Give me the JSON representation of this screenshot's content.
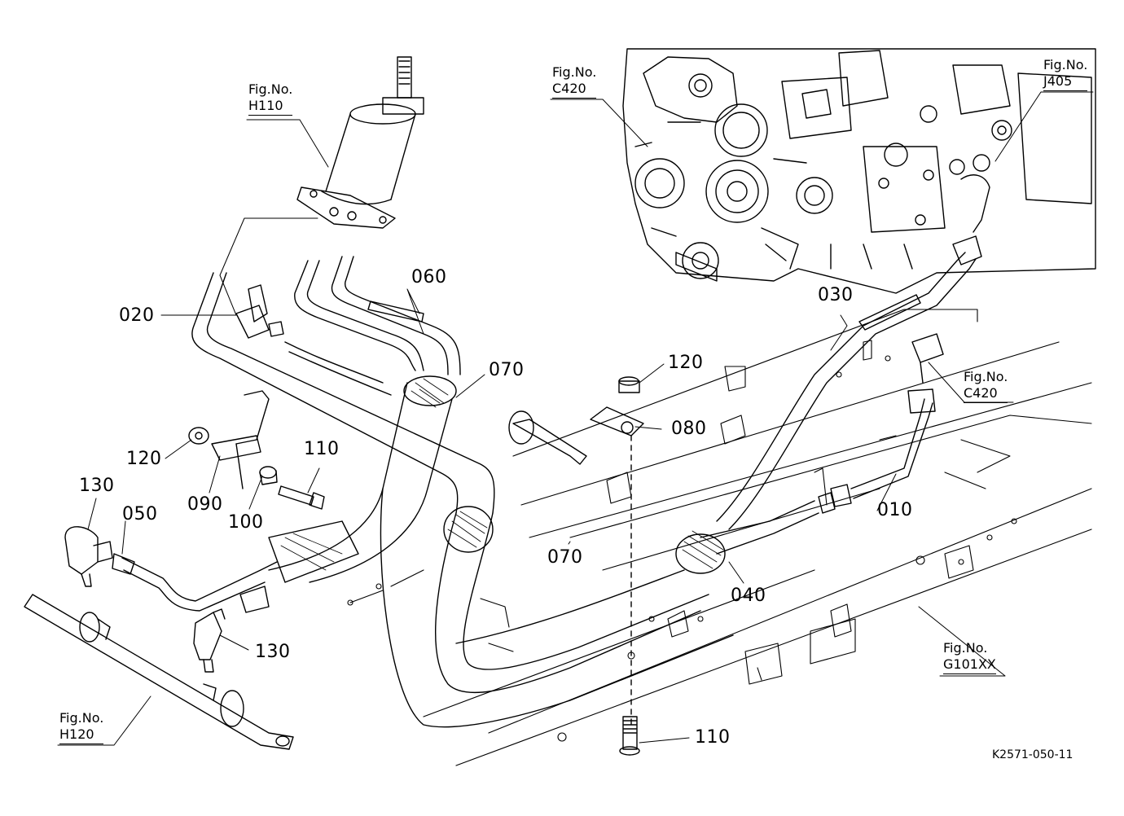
{
  "parts": {
    "p010": "010",
    "p020": "020",
    "p030": "030",
    "p040": "040",
    "p050": "050",
    "p060": "060",
    "p070a": "070",
    "p070b": "070",
    "p080": "080",
    "p090": "090",
    "p100": "100",
    "p110a": "110",
    "p110b": "110",
    "p120a": "120",
    "p120b": "120",
    "p130a": "130",
    "p130b": "130"
  },
  "figures": {
    "fig_label": "Fig.No.",
    "h110": "H110",
    "c420_top": "C420",
    "j405": "J405",
    "c420_right": "C420",
    "g101xx": "G101XX",
    "h120": "H120"
  },
  "drawing_ref": "K2571-050-11",
  "colors": {
    "line": "#000000",
    "background": "#ffffff"
  }
}
